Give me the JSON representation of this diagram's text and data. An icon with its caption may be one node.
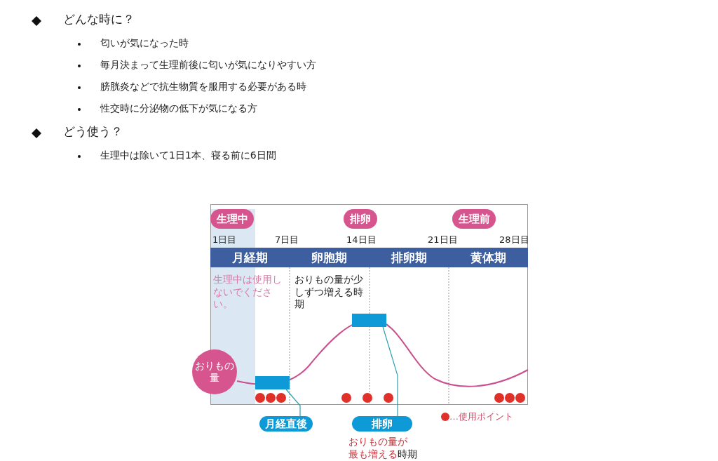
{
  "diagram": {
    "nodes": [
      {
        "text": [
          "生理中"
        ]
      },
      {
        "text": [
          "排卵"
        ]
      },
      {
        "text": [
          "生理前"
        ]
      },
      {
        "text": [
          "おりもの量"
        ]
      },
      {
        "text": [],
        "shape": "box"
      },
      {
        "text": [],
        "shape": "box"
      },
      {
        "text": [
          "月経直後"
        ]
      },
      {
        "text": [
          "排卵"
        ],
        "beside": [
          "おりもの量が最も増える",
          "時期"
        ]
      }
    ],
    "edges": [
      {
        "from": 6,
        "to": 4,
        "arrow": "none"
      },
      {
        "from": 7,
        "to": 5,
        "arrow": "none"
      }
    ],
    "labels": [
      "どんな時に？",
      "匂いが気になった時",
      "毎月決まって生理前後に匂いが気になりやすい方",
      "膀胱炎などで抗生物質を服用する必要がある時",
      "性交時に分泌物の低下が気になる方",
      "どう使う？",
      "生理中は除いて1日1本、寝る前に6日間",
      "1日目",
      "7日目",
      "14日目",
      "21日目",
      "28日目",
      "月経期",
      "卵胞期",
      "排卵期",
      "黄体期",
      "生理中は使用しないでください。",
      "おりもの量が少しずつ増える時期"
    ],
    "legend": [
      {
        "text": "…使用ポイント",
        "color": "#e0302a"
      }
    ]
  }
}
